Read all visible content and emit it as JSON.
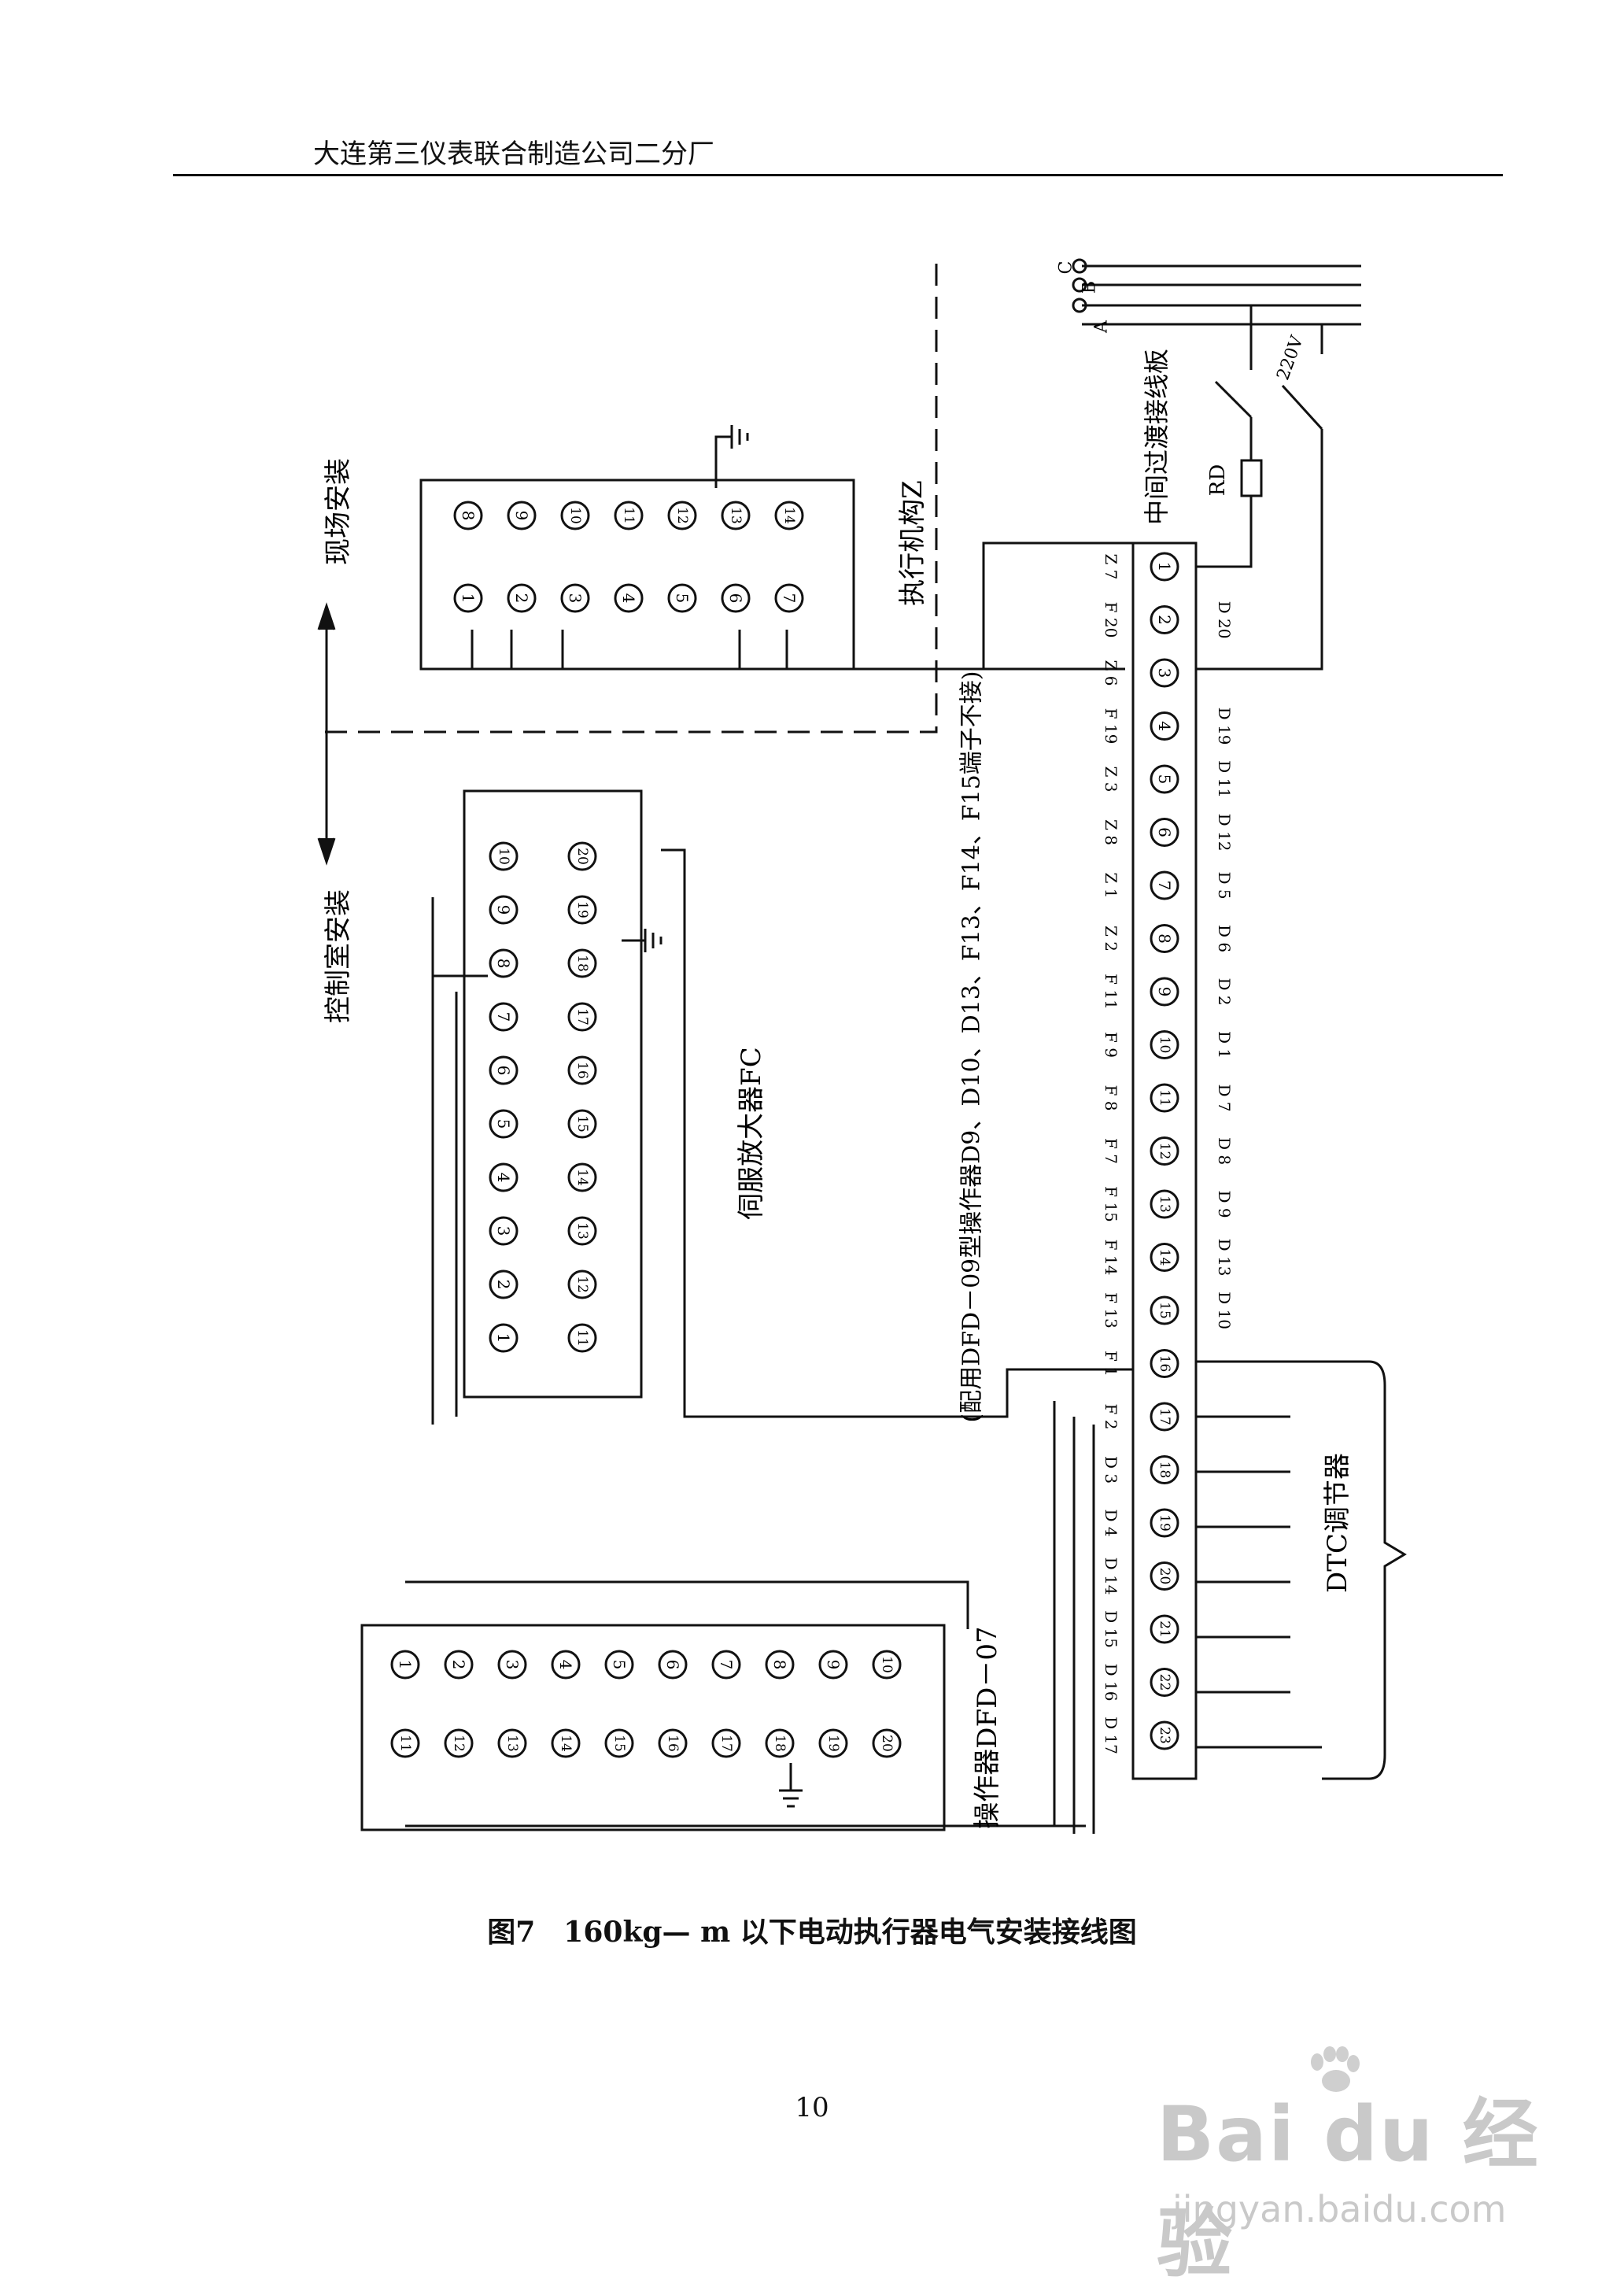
{
  "header": {
    "company": "大连第三仪表联合制造公司二分厂"
  },
  "caption": "图7　160kg— m 以下电动执行器电气安装接线图",
  "page_number": "10",
  "watermark": {
    "brand": "Bai du 经验",
    "url": "jingyan.baidu.com"
  },
  "diagram": {
    "labels": {
      "field_install": "现场安装",
      "control_room_install": "控制室安装",
      "actuator": "执行机构Z",
      "servo_amplifier": "伺服放大器FC",
      "operator_09": "(配用DFD－09型操作器D9、D10、D13、F13、F14、F15端子不接)",
      "operator_07": "操作器DFD－07",
      "dtc_regulator": "DTC调节器",
      "terminal_box": "中间过渡接线板",
      "rd": "RD",
      "voltage": "220V",
      "phase_a": "A",
      "phase_b": "B",
      "phase_c": "C"
    },
    "actuator_terminals": {
      "top": [
        "8",
        "9",
        "10",
        "11",
        "12",
        "13",
        "14"
      ],
      "bottom": [
        "1",
        "2",
        "3",
        "4",
        "5",
        "6",
        "7"
      ]
    },
    "servo_terminals": {
      "left": [
        "1",
        "2",
        "3",
        "4",
        "5",
        "6",
        "7",
        "8",
        "9",
        "10"
      ],
      "right": [
        "11",
        "12",
        "13",
        "14",
        "15",
        "16",
        "17",
        "18",
        "19",
        "20"
      ]
    },
    "operator07_terminals": {
      "top": [
        "1",
        "2",
        "3",
        "4",
        "5",
        "6",
        "7",
        "8",
        "9",
        "10"
      ],
      "bottom": [
        "11",
        "12",
        "13",
        "14",
        "15",
        "16",
        "17",
        "18",
        "19",
        "20"
      ]
    },
    "terminal_board": [
      {
        "n": "1",
        "left": "Z 7",
        "right": ""
      },
      {
        "n": "2",
        "left": "F 20",
        "right": "D 20"
      },
      {
        "n": "3",
        "left": "Z 6",
        "right": ""
      },
      {
        "n": "4",
        "left": "F 19",
        "right": "D 19"
      },
      {
        "n": "5",
        "left": "Z 3",
        "right": "D 11"
      },
      {
        "n": "6",
        "left": "Z 8",
        "right": "D 12"
      },
      {
        "n": "7",
        "left": "Z 1",
        "right": "D 5"
      },
      {
        "n": "8",
        "left": "Z 2",
        "right": "D 6"
      },
      {
        "n": "9",
        "left": "F 11",
        "right": "D 2"
      },
      {
        "n": "10",
        "left": "F 9",
        "right": "D 1"
      },
      {
        "n": "11",
        "left": "F 8",
        "right": "D 7"
      },
      {
        "n": "12",
        "left": "F 7",
        "right": "D 8"
      },
      {
        "n": "13",
        "left": "F 15",
        "right": "D 9"
      },
      {
        "n": "14",
        "left": "F 14",
        "right": "D 13"
      },
      {
        "n": "15",
        "left": "F 13",
        "right": "D 10"
      },
      {
        "n": "16",
        "left": "F 1",
        "right": ""
      },
      {
        "n": "17",
        "left": "F 2",
        "right": ""
      },
      {
        "n": "18",
        "left": "D 3",
        "right": ""
      },
      {
        "n": "19",
        "left": "D 4",
        "right": ""
      },
      {
        "n": "20",
        "left": "D 14",
        "right": ""
      },
      {
        "n": "21",
        "left": "D 15",
        "right": ""
      },
      {
        "n": "22",
        "left": "D 16",
        "right": ""
      },
      {
        "n": "23",
        "left": "D 17",
        "right": ""
      }
    ]
  }
}
